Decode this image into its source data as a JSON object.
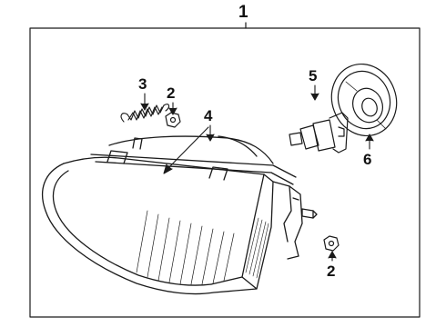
{
  "callouts": {
    "assembly": "1",
    "spring": "3",
    "nut_upper": "2",
    "lens_housing": "4",
    "bulb": "5",
    "retaining_ring": "6",
    "nut_lower": "2"
  }
}
